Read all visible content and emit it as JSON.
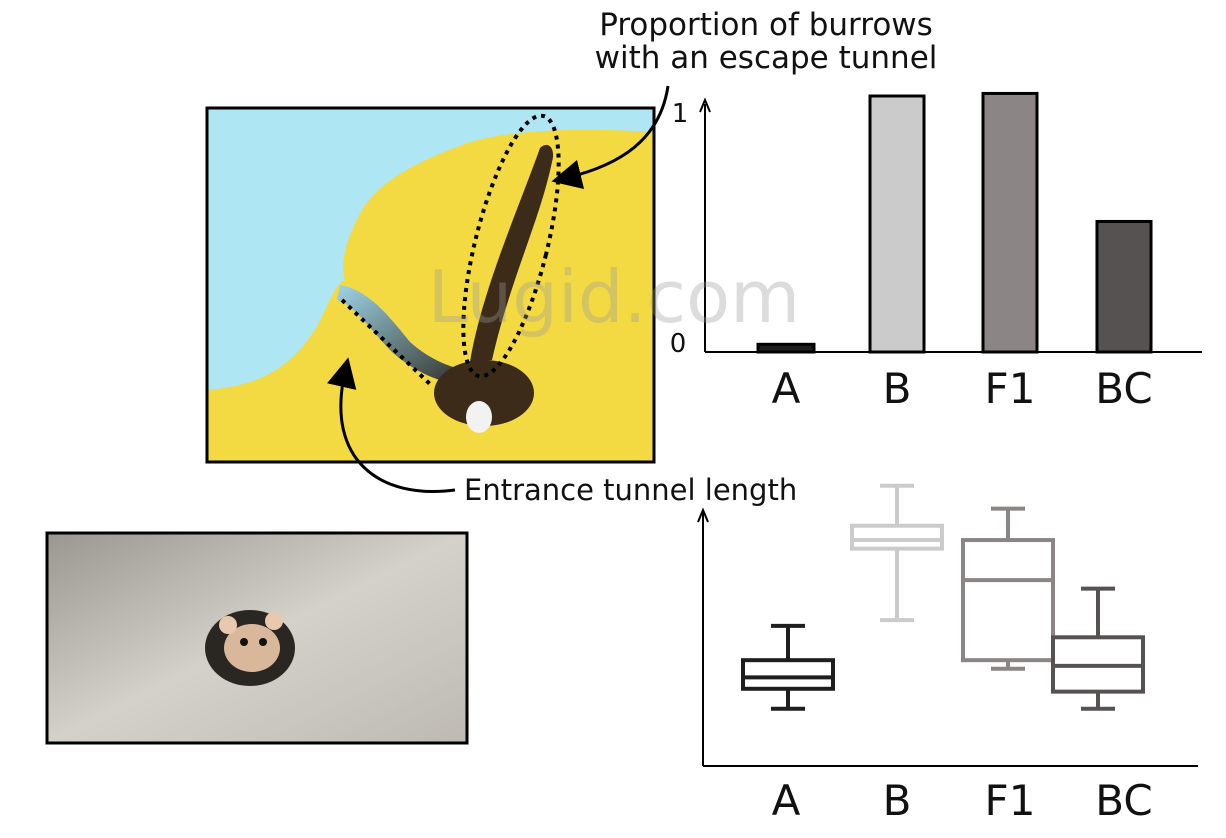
{
  "title_top": [
    "Proportion of burrows",
    "with an escape tunnel"
  ],
  "annotation_entrance": "Entrance tunnel length",
  "watermark": "Lugid.com",
  "colors": {
    "A": "#1e1e1e",
    "B": "#cbcbcb",
    "F1": "#8c8585",
    "BC": "#565252",
    "sky": "#aee6f4",
    "sand": "#f3d942",
    "burrow": "#3b2b18"
  },
  "chart_data": [
    {
      "type": "bar",
      "title": "Proportion of burrows with an escape tunnel",
      "categories": [
        "A",
        "B",
        "F1",
        "BC"
      ],
      "values": [
        0.03,
        1.0,
        1.01,
        0.51
      ],
      "yticks": [
        "0",
        "1"
      ],
      "ylim": [
        0,
        1.05
      ]
    },
    {
      "type": "box",
      "title": "Entrance tunnel length",
      "categories": [
        "A",
        "B",
        "F1",
        "BC"
      ],
      "boxes": [
        {
          "whisker_low": 0.2,
          "q1": 0.27,
          "median": 0.31,
          "q3": 0.37,
          "whisker_high": 0.49
        },
        {
          "whisker_low": 0.51,
          "q1": 0.76,
          "median": 0.79,
          "q3": 0.84,
          "whisker_high": 0.98
        },
        {
          "whisker_low": 0.34,
          "q1": 0.37,
          "median": 0.65,
          "q3": 0.79,
          "whisker_high": 0.9
        },
        {
          "whisker_low": 0.2,
          "q1": 0.26,
          "median": 0.35,
          "q3": 0.45,
          "whisker_high": 0.62
        }
      ],
      "ylim": [
        0,
        1
      ]
    }
  ]
}
